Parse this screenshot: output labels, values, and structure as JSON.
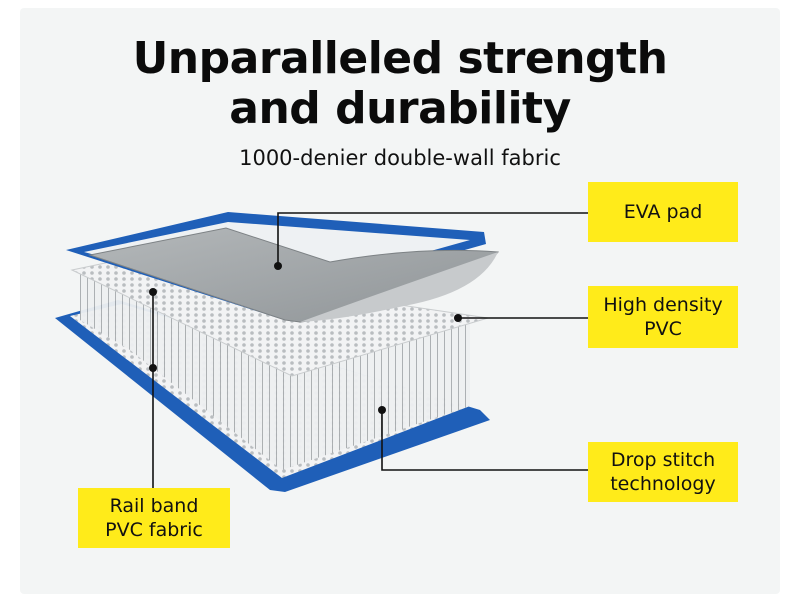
{
  "heading": {
    "title_line1": "Unparalleled strength",
    "title_line2": "and durability",
    "subtitle": "1000-denier double-wall fabric"
  },
  "callouts": {
    "eva_pad": "EVA pad",
    "high_density_pvc": "High density\nPVC",
    "drop_stitch": "Drop stitch\ntechnology",
    "rail_band": "Rail band\nPVC fabric"
  },
  "colors": {
    "label_bg": "#ffeb1a",
    "rail_blue": "#1f5fb8",
    "pad_gray": "#9ea3a6"
  }
}
